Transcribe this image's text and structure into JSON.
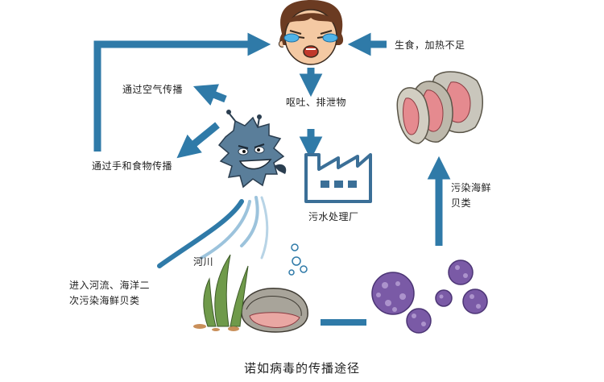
{
  "labels": {
    "raw_food": "生食，加热不足",
    "vomit": "呕吐、排泄物",
    "air": "通过空气传播",
    "hand_food": "通过手和食物传播",
    "sewage": "污水处理厂",
    "river": "河川",
    "rivers_seas": [
      "进入河流、海洋二",
      "次污染海鲜贝类"
    ],
    "contaminated": [
      "污染海鲜",
      "贝类"
    ]
  },
  "caption": "诺如病毒的传播途径",
  "colors": {
    "arrow": "#2f7aa8",
    "virus": "#5a7e9a",
    "cluster": "#7a5aa6",
    "factory": "#3b6f97",
    "shell": "#b9b4a8",
    "oyster_meat": "#e58a8f"
  },
  "icons": [
    "crying-face-icon",
    "norovirus-icon",
    "factory-icon",
    "oyster-icon",
    "clam-icon",
    "virus-cluster-icon",
    "seaweed-icon",
    "bubbles-icon"
  ]
}
